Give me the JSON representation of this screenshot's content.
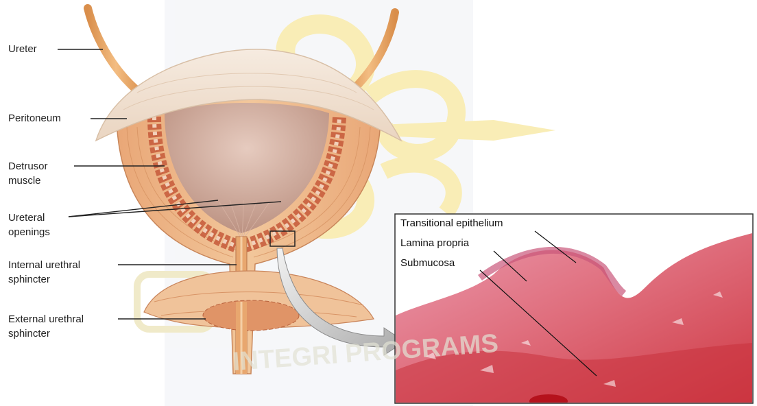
{
  "labels": {
    "ureter": "Ureter",
    "peritoneum": "Peritoneum",
    "detrusor_1": "Detrusor",
    "detrusor_2": "muscle",
    "ureteral_1": "Ureteral",
    "ureteral_2": "openings",
    "internal_1": "Internal urethral",
    "internal_2": "sphincter",
    "external_1": "External urethral",
    "external_2": "sphincter"
  },
  "histology": {
    "transitional": "Transitional epithelium",
    "lamina": "Lamina propria",
    "submucosa": "Submucosa"
  },
  "watermark": "INTEGRI PROGRAMS",
  "colors": {
    "bladder_muscle": "#e8b98a",
    "bladder_lumen": "#c9a494",
    "tissue_pink": "#e58aa0",
    "tissue_red": "#d9434f",
    "watermark": "#f1dc7a"
  }
}
